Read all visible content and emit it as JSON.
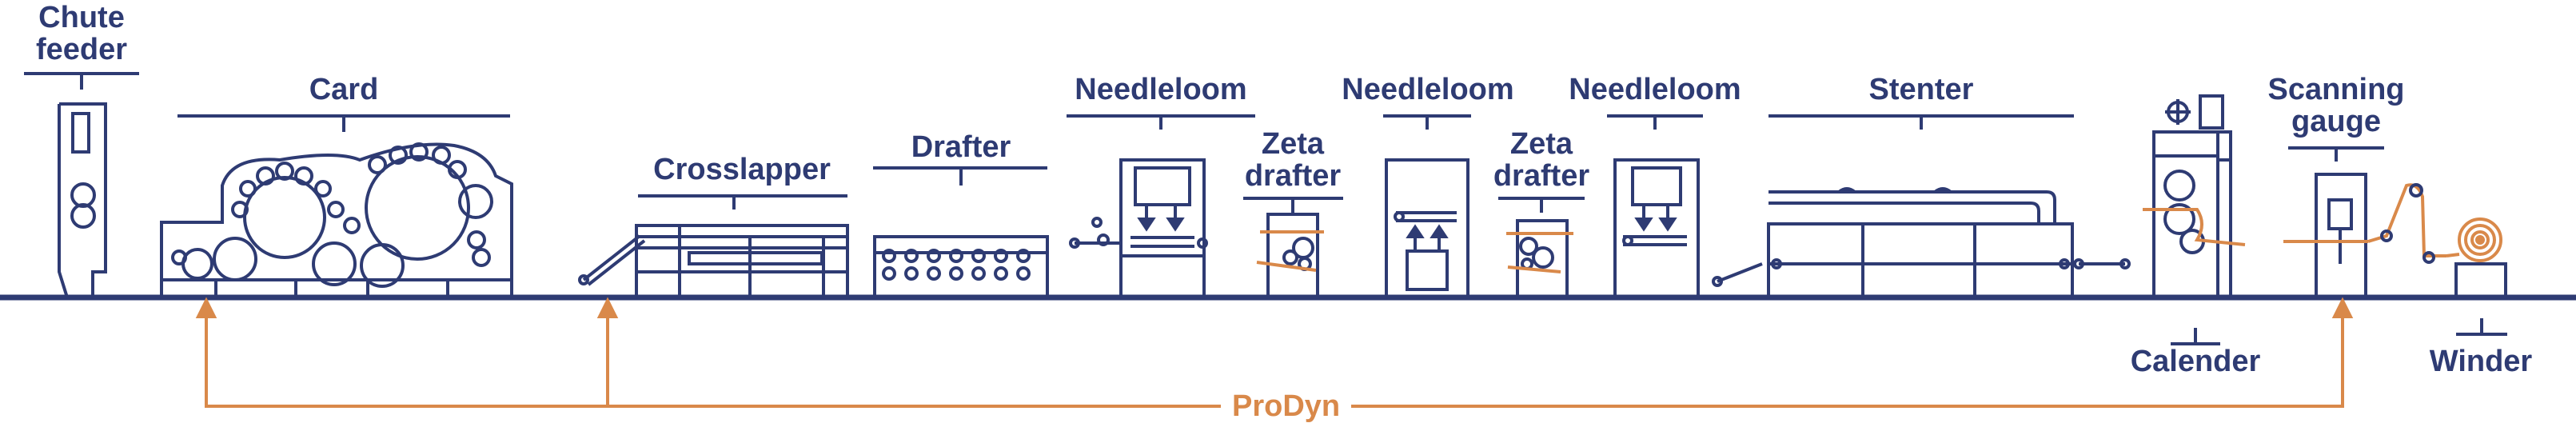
{
  "colors": {
    "line": "#2e3b73",
    "accent": "#d9894a",
    "background": "#ffffff"
  },
  "labels": {
    "chute_feeder": [
      "Chute",
      "feeder"
    ],
    "card": "Card",
    "crosslapper": "Crosslapper",
    "drafter": "Drafter",
    "needleloom_1": "Needleloom",
    "zeta_drafter_1": [
      "Zeta",
      "drafter"
    ],
    "needleloom_2": "Needleloom",
    "zeta_drafter_2": [
      "Zeta",
      "drafter"
    ],
    "needleloom_3": "Needleloom",
    "stenter": "Stenter",
    "scanning_gauge": [
      "Scanning",
      "gauge"
    ],
    "calender": "Calender",
    "winder": "Winder",
    "prodyn": "ProDyn"
  }
}
